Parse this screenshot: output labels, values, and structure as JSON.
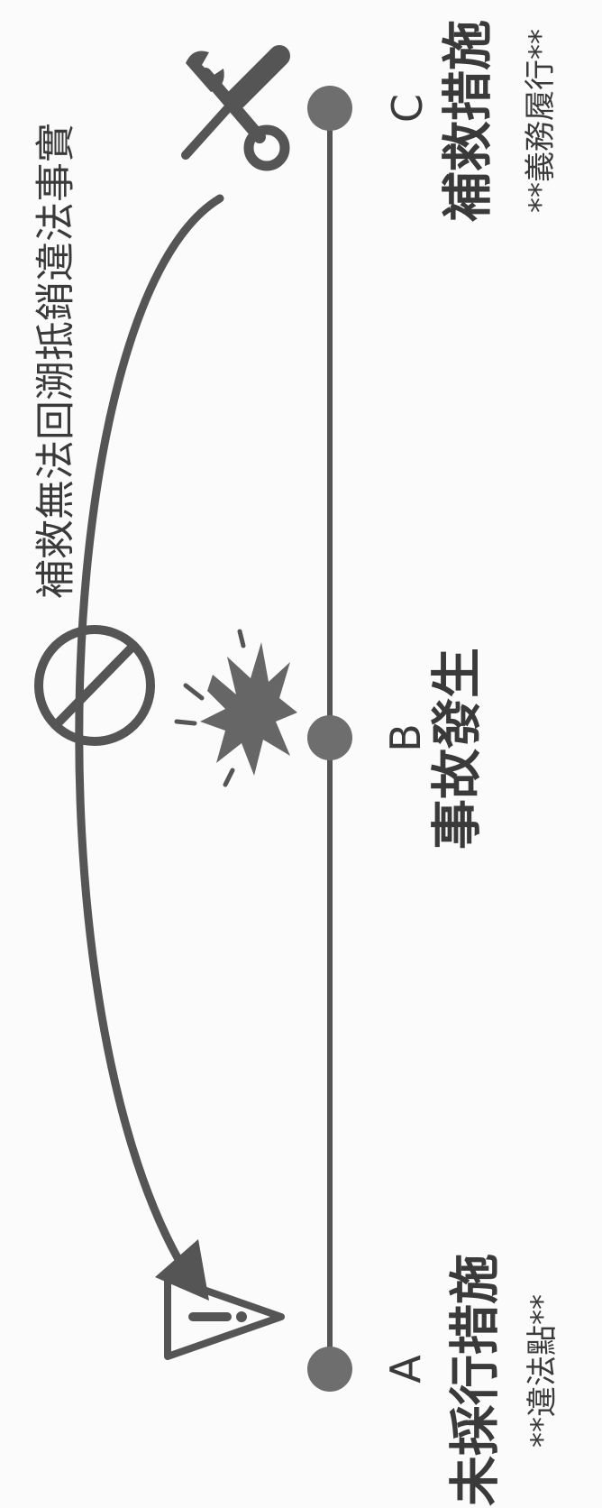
{
  "points": [
    {
      "letter": "A",
      "label": "未採行措施",
      "note": "**違法點**"
    },
    {
      "letter": "B",
      "label": "事故發生"
    },
    {
      "letter": "C",
      "label": "補救措施",
      "note": "**義務履行**"
    }
  ],
  "arc_label": "補救無法回溯抵銷違法事實",
  "icons": [
    "warning-triangle-icon",
    "collision-burst-icon",
    "prohibition-icon",
    "wrench-screwdriver-icon"
  ],
  "colors": {
    "line": "#555555",
    "node": "#6e6e6e",
    "text": "#3a3a3a"
  }
}
